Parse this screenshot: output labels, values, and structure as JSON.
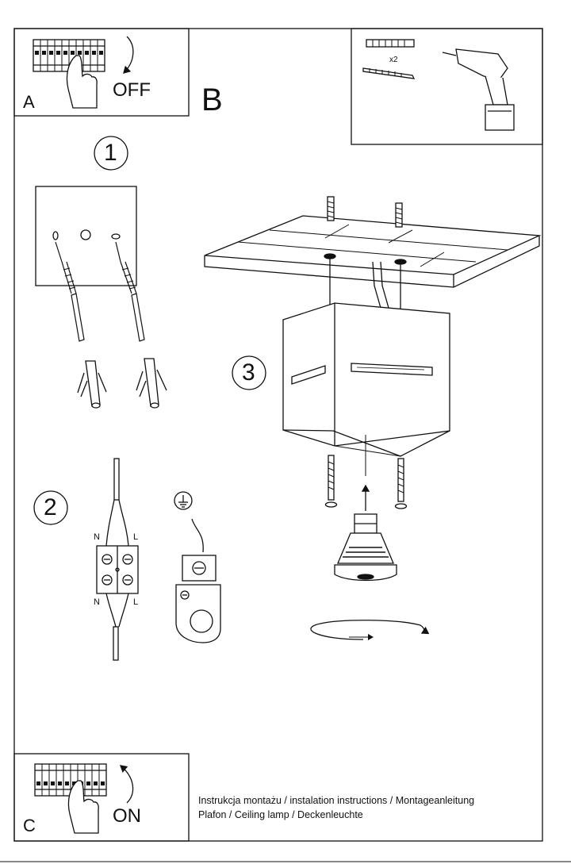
{
  "panels": {
    "a": {
      "letter": "A",
      "switch_label": "OFF"
    },
    "b": {
      "letter": "B",
      "quantity": "x2"
    },
    "c": {
      "letter": "C",
      "switch_label": "ON"
    }
  },
  "steps": [
    "1",
    "2",
    "3"
  ],
  "wiring": {
    "neutral": "N",
    "live": "L"
  },
  "footer": {
    "line1": "Instrukcja montażu / instalation instructions / Montageanleitung",
    "line2": "Plafon / Ceiling lamp / Deckenleuchte"
  },
  "icons": [
    "breaker-panel-icon",
    "hand-icon",
    "arrow-icon",
    "drill-icon",
    "screw-icon",
    "wall-plug-icon",
    "ground-icon",
    "rotate-arrow-icon",
    "gu10-bulb-icon"
  ]
}
